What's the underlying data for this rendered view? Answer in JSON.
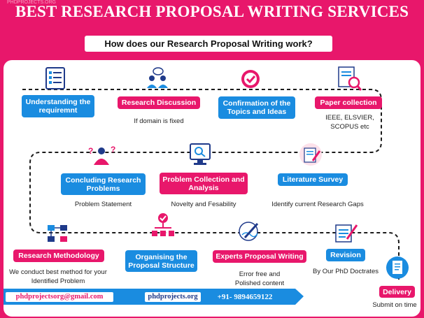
{
  "header": {
    "title": "BEST RESEARCH PROPOSAL WRITING SERVICES",
    "subtitle": "How does our Research Proposal Writing work?"
  },
  "steps": [
    {
      "label": "Understanding the requiremnt",
      "sub": "",
      "icon": "checklist-icon"
    },
    {
      "label": "Research Discussion",
      "sub": "If domain is fixed",
      "icon": "people-discussion-icon"
    },
    {
      "label": "Confirmation of the Topics and Ideas",
      "sub": "",
      "icon": "check-badge-icon"
    },
    {
      "label": "Paper collection",
      "sub": "IEEE, ELSVIER, SCOPUS etc",
      "icon": "document-search-icon"
    },
    {
      "label": "Literature Survey",
      "sub": "Identify current Research Gaps",
      "icon": "writing-icon"
    },
    {
      "label": "Problem Collection and Analysis",
      "sub": "Novelty and Fesability",
      "icon": "monitor-analysis-icon"
    },
    {
      "label": "Concluding Research Problems",
      "sub": "Problem Statement",
      "icon": "thinking-person-icon"
    },
    {
      "label": "Research Methodology",
      "sub": "We  conduct best method  for your Identified Problem",
      "icon": "flow-chart-icon"
    },
    {
      "label": "Organising the Proposal Structure",
      "sub": "",
      "icon": "hierarchy-icon"
    },
    {
      "label": "Experts Proposal Writing",
      "sub": "Error free and Polished content",
      "icon": "pen-paper-icon"
    },
    {
      "label": "Revision",
      "sub": "By Our PhD Doctrates",
      "icon": "edit-notes-icon"
    },
    {
      "label": "Delivery",
      "sub": "Submit on time",
      "icon": "delivery-document-icon"
    }
  ],
  "footer": {
    "email": "phdprojectsorg@gmail.com",
    "site": "phdprojects.org",
    "phone": "+91- 9894659122"
  },
  "colors": {
    "pink": "#e8176b",
    "blue": "#1a8ce0",
    "navy": "#1f3a8a"
  }
}
